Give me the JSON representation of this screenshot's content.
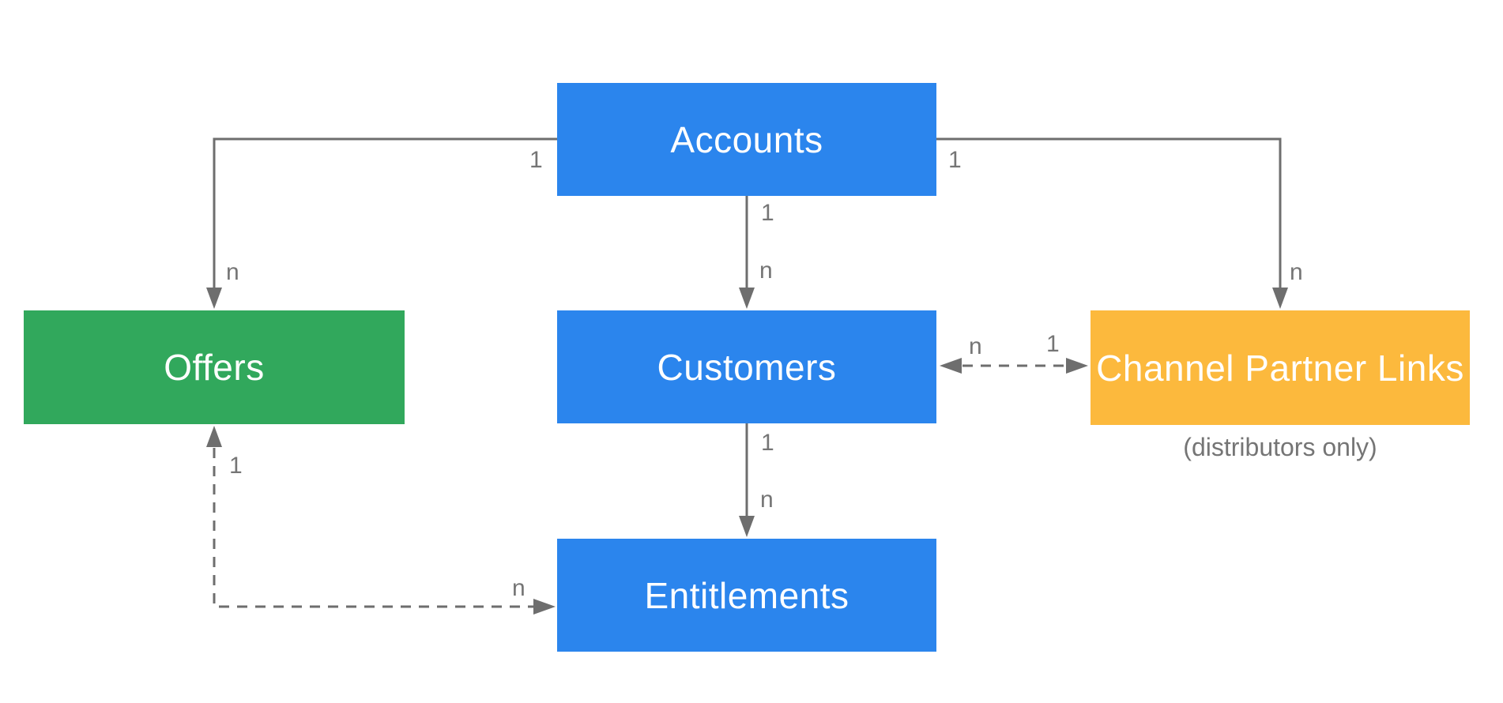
{
  "diagram": {
    "background_color": "#ffffff",
    "line_color": "#6e6e6e",
    "label_color": "#757575",
    "nodes": {
      "accounts": {
        "label": "Accounts",
        "color": "#2b85ed",
        "text_color": "#ffffff"
      },
      "offers": {
        "label": "Offers",
        "color": "#31a85c",
        "text_color": "#ffffff"
      },
      "customers": {
        "label": "Customers",
        "color": "#2b85ed",
        "text_color": "#ffffff"
      },
      "channel_partner_links": {
        "label": "Channel Partner Links",
        "color": "#fcb93d",
        "text_color": "#ffffff",
        "caption": "(distributors only)"
      },
      "entitlements": {
        "label": "Entitlements",
        "color": "#2b85ed",
        "text_color": "#ffffff"
      }
    },
    "edges": [
      {
        "id": "accounts-offers",
        "from": "Accounts",
        "to": "Offers",
        "style": "solid",
        "bidirectional": false,
        "from_label": "1",
        "to_label": "n"
      },
      {
        "id": "accounts-customers",
        "from": "Accounts",
        "to": "Customers",
        "style": "solid",
        "bidirectional": false,
        "from_label": "1",
        "to_label": "n"
      },
      {
        "id": "accounts-channel-partner-links",
        "from": "Accounts",
        "to": "Channel Partner Links",
        "style": "solid",
        "bidirectional": false,
        "from_label": "1",
        "to_label": "n"
      },
      {
        "id": "customers-channel-partner-links",
        "from": "Customers",
        "to": "Channel Partner Links",
        "style": "dashed",
        "bidirectional": true,
        "from_label": "n",
        "to_label": "1"
      },
      {
        "id": "customers-entitlements",
        "from": "Customers",
        "to": "Entitlements",
        "style": "solid",
        "bidirectional": false,
        "from_label": "1",
        "to_label": "n"
      },
      {
        "id": "offers-entitlements",
        "from": "Offers",
        "to": "Entitlements",
        "style": "dashed",
        "bidirectional": true,
        "from_label": "1",
        "to_label": "n"
      }
    ]
  }
}
